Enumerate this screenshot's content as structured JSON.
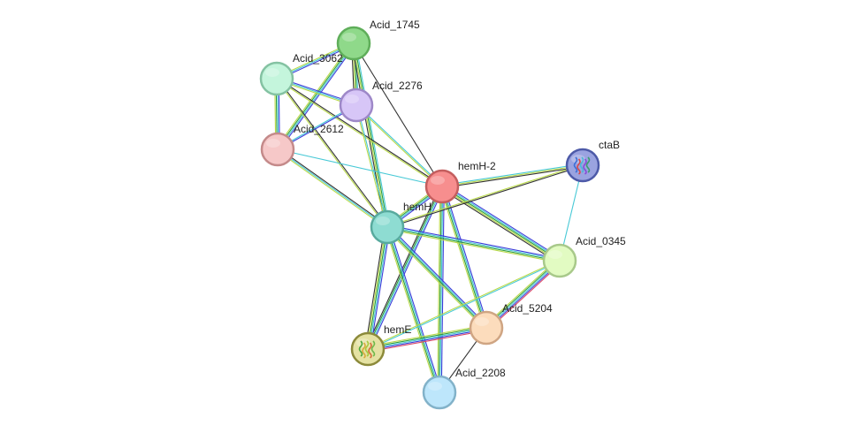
{
  "network": {
    "nodes": [
      {
        "id": "Acid_1745",
        "label": "Acid_1745",
        "color": "#8fd98a",
        "stroke": "#5fae5a"
      },
      {
        "id": "Acid_3062",
        "label": "Acid_3062",
        "color": "#c4f5dc",
        "stroke": "#84c2a2"
      },
      {
        "id": "Acid_2276",
        "label": "Acid_2276",
        "color": "#d7c6f7",
        "stroke": "#9e88c8"
      },
      {
        "id": "Acid_2612",
        "label": "Acid_2612",
        "color": "#f6c8c8",
        "stroke": "#c48a8a"
      },
      {
        "id": "hemH-2",
        "label": "hemH-2",
        "color": "#f78e8e",
        "stroke": "#c45e5e"
      },
      {
        "id": "ctaB",
        "label": "ctaB",
        "color": "#9aa3e0",
        "stroke": "#4d5aa8",
        "has_structure": true
      },
      {
        "id": "hemH",
        "label": "hemH",
        "color": "#8edcd2",
        "stroke": "#58aa9e"
      },
      {
        "id": "Acid_0345",
        "label": "Acid_0345",
        "color": "#e2fbc2",
        "stroke": "#a8c98a"
      },
      {
        "id": "Acid_5204",
        "label": "Acid_5204",
        "color": "#fcdcbc",
        "stroke": "#cfa583"
      },
      {
        "id": "hemE",
        "label": "hemE",
        "color": "#e5e2a3",
        "stroke": "#8c8a3a",
        "has_structure": true
      },
      {
        "id": "Acid_2208",
        "label": "Acid_2208",
        "color": "#bde6fb",
        "stroke": "#82b2c9"
      }
    ],
    "edges": [
      {
        "source": "Acid_1745",
        "target": "Acid_3062",
        "evidence": [
          "#3d3dd9",
          "#48c9d6",
          "#b9d94a"
        ]
      },
      {
        "source": "Acid_1745",
        "target": "Acid_2612",
        "evidence": [
          "#3d3dd9",
          "#48c9d6",
          "#2f9d3d",
          "#b9d94a"
        ]
      },
      {
        "source": "Acid_1745",
        "target": "Acid_2276",
        "evidence": [
          "#48c9d6",
          "#2f9d3d",
          "#b9d94a",
          "#333333"
        ]
      },
      {
        "source": "Acid_1745",
        "target": "hemH-2",
        "evidence": [
          "#333333"
        ]
      },
      {
        "source": "Acid_1745",
        "target": "hemH",
        "evidence": [
          "#48c9d6",
          "#2f9d3d",
          "#b9d94a",
          "#333333"
        ]
      },
      {
        "source": "Acid_3062",
        "target": "Acid_2276",
        "evidence": [
          "#3d3dd9",
          "#48c9d6",
          "#b9d94a"
        ]
      },
      {
        "source": "Acid_3062",
        "target": "Acid_2612",
        "evidence": [
          "#3d3dd9",
          "#48c9d6",
          "#2f9d3d",
          "#b9d94a"
        ]
      },
      {
        "source": "Acid_3062",
        "target": "hemH-2",
        "evidence": [
          "#333333",
          "#b9d94a"
        ]
      },
      {
        "source": "Acid_3062",
        "target": "hemH",
        "evidence": [
          "#333333",
          "#b9d94a"
        ]
      },
      {
        "source": "Acid_2276",
        "target": "Acid_2612",
        "evidence": [
          "#3d3dd9",
          "#48c9d6"
        ]
      },
      {
        "source": "Acid_2276",
        "target": "hemH-2",
        "evidence": [
          "#48c9d6",
          "#b9d94a"
        ]
      },
      {
        "source": "Acid_2276",
        "target": "hemH",
        "evidence": [
          "#48c9d6",
          "#b9d94a"
        ]
      },
      {
        "source": "Acid_2612",
        "target": "hemH-2",
        "evidence": [
          "#48c9d6"
        ]
      },
      {
        "source": "Acid_2612",
        "target": "hemH",
        "evidence": [
          "#333333",
          "#48c9d6",
          "#b9d94a"
        ]
      },
      {
        "source": "hemH-2",
        "target": "ctaB",
        "evidence": [
          "#48c9d6",
          "#b9d94a",
          "#333333"
        ]
      },
      {
        "source": "hemH-2",
        "target": "hemH",
        "evidence": [
          "#3d3dd9",
          "#48c9d6",
          "#2f9d3d",
          "#b9d94a"
        ]
      },
      {
        "source": "hemH-2",
        "target": "Acid_0345",
        "evidence": [
          "#3d3dd9",
          "#48c9d6",
          "#2f9d3d",
          "#b9d94a",
          "#333333"
        ]
      },
      {
        "source": "hemH-2",
        "target": "Acid_5204",
        "evidence": [
          "#3d3dd9",
          "#48c9d6",
          "#2f9d3d",
          "#b9d94a"
        ]
      },
      {
        "source": "hemH-2",
        "target": "hemE",
        "evidence": [
          "#3d3dd9",
          "#48c9d6",
          "#2f9d3d",
          "#333333"
        ]
      },
      {
        "source": "hemH-2",
        "target": "Acid_2208",
        "evidence": [
          "#3d3dd9",
          "#48c9d6",
          "#2f9d3d",
          "#b9d94a"
        ]
      },
      {
        "source": "ctaB",
        "target": "hemH",
        "evidence": [
          "#333333",
          "#b9d94a"
        ]
      },
      {
        "source": "ctaB",
        "target": "Acid_0345",
        "evidence": [
          "#48c9d6"
        ]
      },
      {
        "source": "hemH",
        "target": "Acid_0345",
        "evidence": [
          "#3d3dd9",
          "#48c9d6",
          "#2f9d3d",
          "#b9d94a"
        ]
      },
      {
        "source": "hemH",
        "target": "Acid_5204",
        "evidence": [
          "#3d3dd9",
          "#48c9d6",
          "#2f9d3d",
          "#b9d94a"
        ]
      },
      {
        "source": "hemH",
        "target": "hemE",
        "evidence": [
          "#3d3dd9",
          "#48c9d6",
          "#2f9d3d",
          "#b9d94a",
          "#333333"
        ]
      },
      {
        "source": "hemH",
        "target": "Acid_2208",
        "evidence": [
          "#3d3dd9",
          "#48c9d6",
          "#2f9d3d",
          "#b9d94a"
        ]
      },
      {
        "source": "Acid_0345",
        "target": "Acid_5204",
        "evidence": [
          "#d94a6a",
          "#3d3dd9",
          "#48c9d6",
          "#2f9d3d",
          "#b9d94a"
        ]
      },
      {
        "source": "Acid_0345",
        "target": "hemE",
        "evidence": [
          "#48c9d6",
          "#b9d94a"
        ]
      },
      {
        "source": "Acid_5204",
        "target": "hemE",
        "evidence": [
          "#d94a6a",
          "#3d3dd9",
          "#48c9d6",
          "#2f9d3d",
          "#b9d94a"
        ]
      },
      {
        "source": "Acid_5204",
        "target": "Acid_2208",
        "evidence": [
          "#333333"
        ]
      }
    ]
  }
}
